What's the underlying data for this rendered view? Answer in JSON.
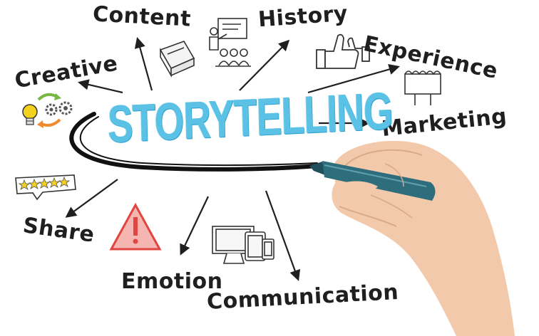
{
  "title": "STORYTELLING",
  "keywords": {
    "content": "Content",
    "history": "History",
    "experience": "Experience",
    "creative": "Creative",
    "marketing": "Marketing",
    "share": "Share",
    "emotion": "Emotion",
    "communication": "Communication"
  },
  "rating_stars": 5,
  "colors": {
    "title_blue": "#5bc2e6",
    "ink": "#1f1f1f",
    "marker_body": "#2e6e7c",
    "skin": "#f2c9ab",
    "warning_red": "#e0453f",
    "star_yellow": "#f5d21e",
    "bulb_yellow": "#f3d21d",
    "arrow_green": "#77b843",
    "arrow_orange": "#ef8a2e"
  },
  "icons": [
    "book-icon",
    "presentation-icon",
    "thumbs-up-icon",
    "billboard-icon",
    "lightbulb-gears-icon",
    "rating-stars-icon",
    "warning-sign-icon",
    "devices-icon"
  ]
}
